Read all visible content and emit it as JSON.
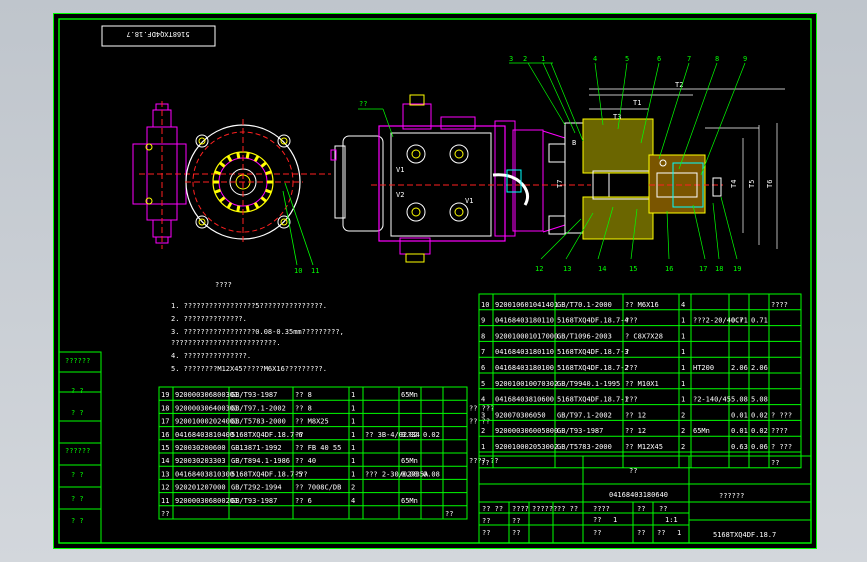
{
  "drawing_code_rotated": "5168TXQ4DF.18.7",
  "section_letter": "B",
  "view_marks": [
    "V1",
    "V2",
    "V1"
  ],
  "balloons_top": [
    "3",
    "2",
    "1",
    "4",
    "5",
    "6",
    "7",
    "8",
    "9"
  ],
  "balloons_bottom": [
    "12",
    "13",
    "14",
    "15",
    "16",
    "17",
    "18",
    "19"
  ],
  "balloons_left": [
    "10",
    "11"
  ],
  "balloon_small": "??",
  "dims": [
    "T1",
    "T2",
    "T3",
    "T4",
    "T5",
    "T6",
    "T7"
  ],
  "tech_title": "????",
  "tech_notes": [
    "1. ?????????????????5???????????????.",
    "2. ??????????????.",
    "3. ?????????????????0.08-0.35mm?????????,",
    "   ?????????????????????????.",
    "4. ???????????????.",
    "5. ????????M12X45?????M6X16?????????."
  ],
  "side_labels": [
    "??????",
    "? ?",
    "? ?",
    "??????",
    "? ?",
    "? ?",
    "? ?"
  ],
  "bom_left": [
    [
      "19",
      "920000306800301",
      "GB/T93-1987",
      "?? 8",
      "1",
      "",
      "65Mn",
      "",
      "",
      ""
    ],
    [
      "18",
      "920000306400301",
      "GB/T97.1-2002",
      "?? 8",
      "1",
      "",
      "",
      "",
      "",
      "?? ???"
    ],
    [
      "17",
      "920010002024001",
      "GB/T5783-2000",
      "?? M8X25",
      "1",
      "",
      "",
      "",
      "",
      "?? ??"
    ],
    [
      "16",
      "04168403810400",
      "5168TXQ4DF.18.7-6",
      "??",
      "1",
      "?? 3B-4/02?34",
      "0.02",
      "0.02",
      ""
    ],
    [
      "15",
      "920030200600",
      "GB13871-1992",
      "?? FB 40 55",
      "1",
      "",
      "",
      "",
      "",
      ""
    ],
    [
      "14",
      "920030203303",
      "GB/T894.1-1986",
      "?? 40",
      "1",
      "",
      "65Mn",
      "",
      "",
      "???? ??"
    ],
    [
      "13",
      "04168403810300",
      "5168TXQ4DF.18.7-5",
      "???",
      "1",
      "??? 2-30/02?35A",
      "0.08",
      "0.08",
      ""
    ],
    [
      "12",
      "920201207000",
      "GB/T292-1994",
      "?? 7008C/DB",
      "2",
      "",
      "",
      "",
      "",
      ""
    ],
    [
      "11",
      "920000306800201",
      "GB/T93-1987",
      "?? 6",
      "4",
      "",
      "65Mn",
      "",
      "",
      ""
    ]
  ],
  "bom_left_header": [
    "??",
    "",
    "",
    "",
    "",
    "",
    "",
    "",
    "??"
  ],
  "bom_right": [
    [
      "10",
      "920010601041401",
      "GB/T70.1-2000",
      "?? M6X16",
      "4",
      "",
      "",
      "",
      "????"
    ],
    [
      "9",
      "04168403180110",
      "5168TXQ4DF.18.7-4",
      "???",
      "1",
      "???2-20/40Cr",
      "0.71",
      "0.71",
      ""
    ],
    [
      "8",
      "920010001017000",
      "GB/T1096-2003",
      "? C8X7X28",
      "1",
      "",
      "",
      "",
      ""
    ],
    [
      "7",
      "04168403180110",
      "5168TXQ4DF.18.7-3",
      "?",
      "1",
      "",
      "",
      "",
      ""
    ],
    [
      "6",
      "04168403180100",
      "5168TXQ4DF.18.7-2",
      "???",
      "1",
      "HT200",
      "2.06",
      "2.06",
      ""
    ],
    [
      "5",
      "920010010070302",
      "GB/T9940.1-1995",
      "?? M10X1",
      "1",
      "",
      "",
      "",
      ""
    ],
    [
      "4",
      "04168403810600",
      "5168TXQ4DF.18.7-1",
      "???",
      "1",
      "?2-140/45",
      "5.08",
      "5.08",
      ""
    ],
    [
      "3",
      "920070306050",
      "GB/T97.1-2002",
      "?? 12",
      "2",
      "",
      "0.01",
      "0.02",
      "? ???"
    ],
    [
      "2",
      "920000306005800",
      "GB/T93-1987",
      "?? 12",
      "2",
      "65Mn",
      "0.01",
      "0.02",
      "????"
    ],
    [
      "1",
      "920010002053002",
      "GB/T5783-2000",
      "?? M12X45",
      "2",
      "",
      "0.63",
      "0.06",
      "? ???"
    ]
  ],
  "bom_right_header": [
    "??",
    "",
    "",
    "",
    "",
    "",
    "",
    "",
    "??"
  ],
  "title_block": {
    "product_name": "??",
    "part_code": "04168403180640",
    "design_title": "??????",
    "drawing_number": "5168TXQ4DF.18.7",
    "revision_labels": [
      "?? ??",
      "????",
      "??????",
      "?? ??"
    ],
    "sign_labels": [
      "??",
      "??",
      "??",
      "??"
    ],
    "weight_labels": [
      "????",
      "??",
      "??"
    ],
    "scale_values": [
      "1:1",
      "??",
      "??"
    ],
    "sheet": [
      "??",
      "1",
      "??",
      "1"
    ]
  }
}
